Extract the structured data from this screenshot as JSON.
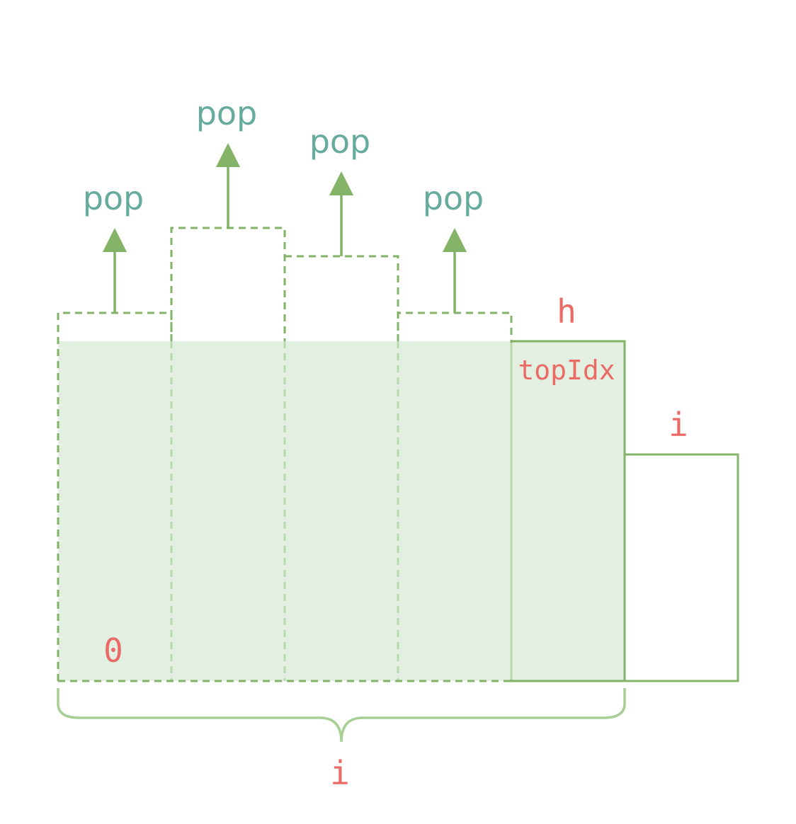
{
  "colors": {
    "shade_fill": "#e3efe0",
    "stroke_green": "#82b366",
    "stroke_light_green": "#b9d8ab",
    "brace_green": "#a7cf94",
    "pop_text": "#67ab9f",
    "red_text": "#ea6b66"
  },
  "labels": {
    "pop_1": "pop",
    "pop_2": "pop",
    "pop_3": "pop",
    "pop_4": "pop",
    "h": "h",
    "top_idx": "topIdx",
    "zero": "0",
    "i_top": "i",
    "i_bottom": "i"
  }
}
